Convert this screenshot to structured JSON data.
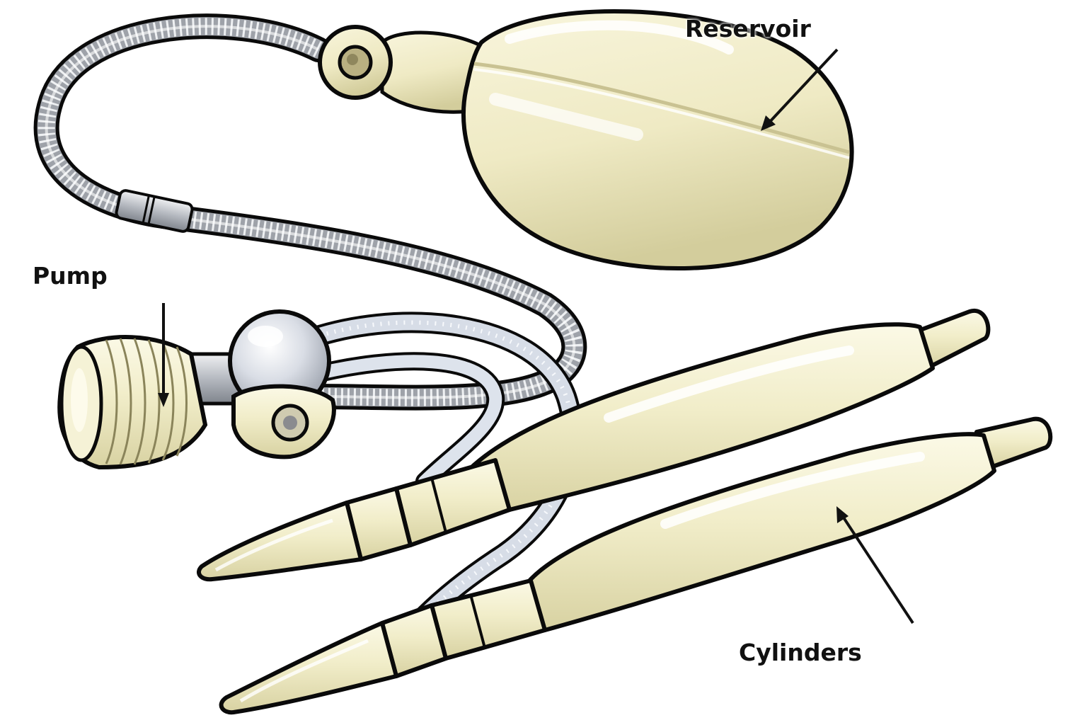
{
  "labels": {
    "reservoir": "Reservoir",
    "pump": "Pump",
    "cylinders": "Cylinders"
  },
  "colors": {
    "implant_body": "#f3efcc",
    "implant_shade": "#d9d3a4",
    "outline": "#0a0a0a",
    "tubing_metal": "#b9bcc2",
    "tubing_clear": "#dfe5ee",
    "label_text": "#111111"
  }
}
